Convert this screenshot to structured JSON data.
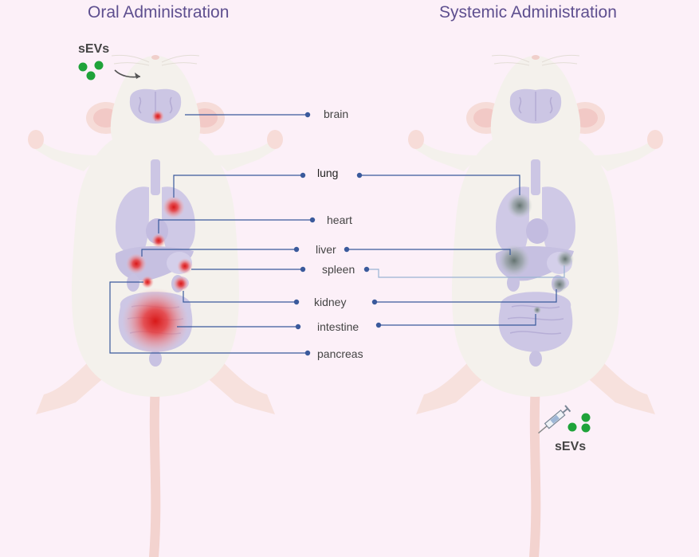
{
  "titles": {
    "left": "Oral Administration",
    "right": "Systemic Administration"
  },
  "sevs": {
    "left": "sEVs",
    "right": "sEVs"
  },
  "organs": {
    "brain": "brain",
    "lung": "lung",
    "heart": "heart",
    "liver": "liver",
    "spleen": "spleen",
    "kidney": "kidney",
    "intestine": "intestine",
    "pancreas": "pancreas"
  },
  "colors": {
    "background": "#fcf0f8",
    "title": "#5e4f8f",
    "connector": "#3a5a9c",
    "oral_signal": "#e02020",
    "systemic_signal": "#5a6e6a",
    "sev_particle": "#1fa33a"
  }
}
